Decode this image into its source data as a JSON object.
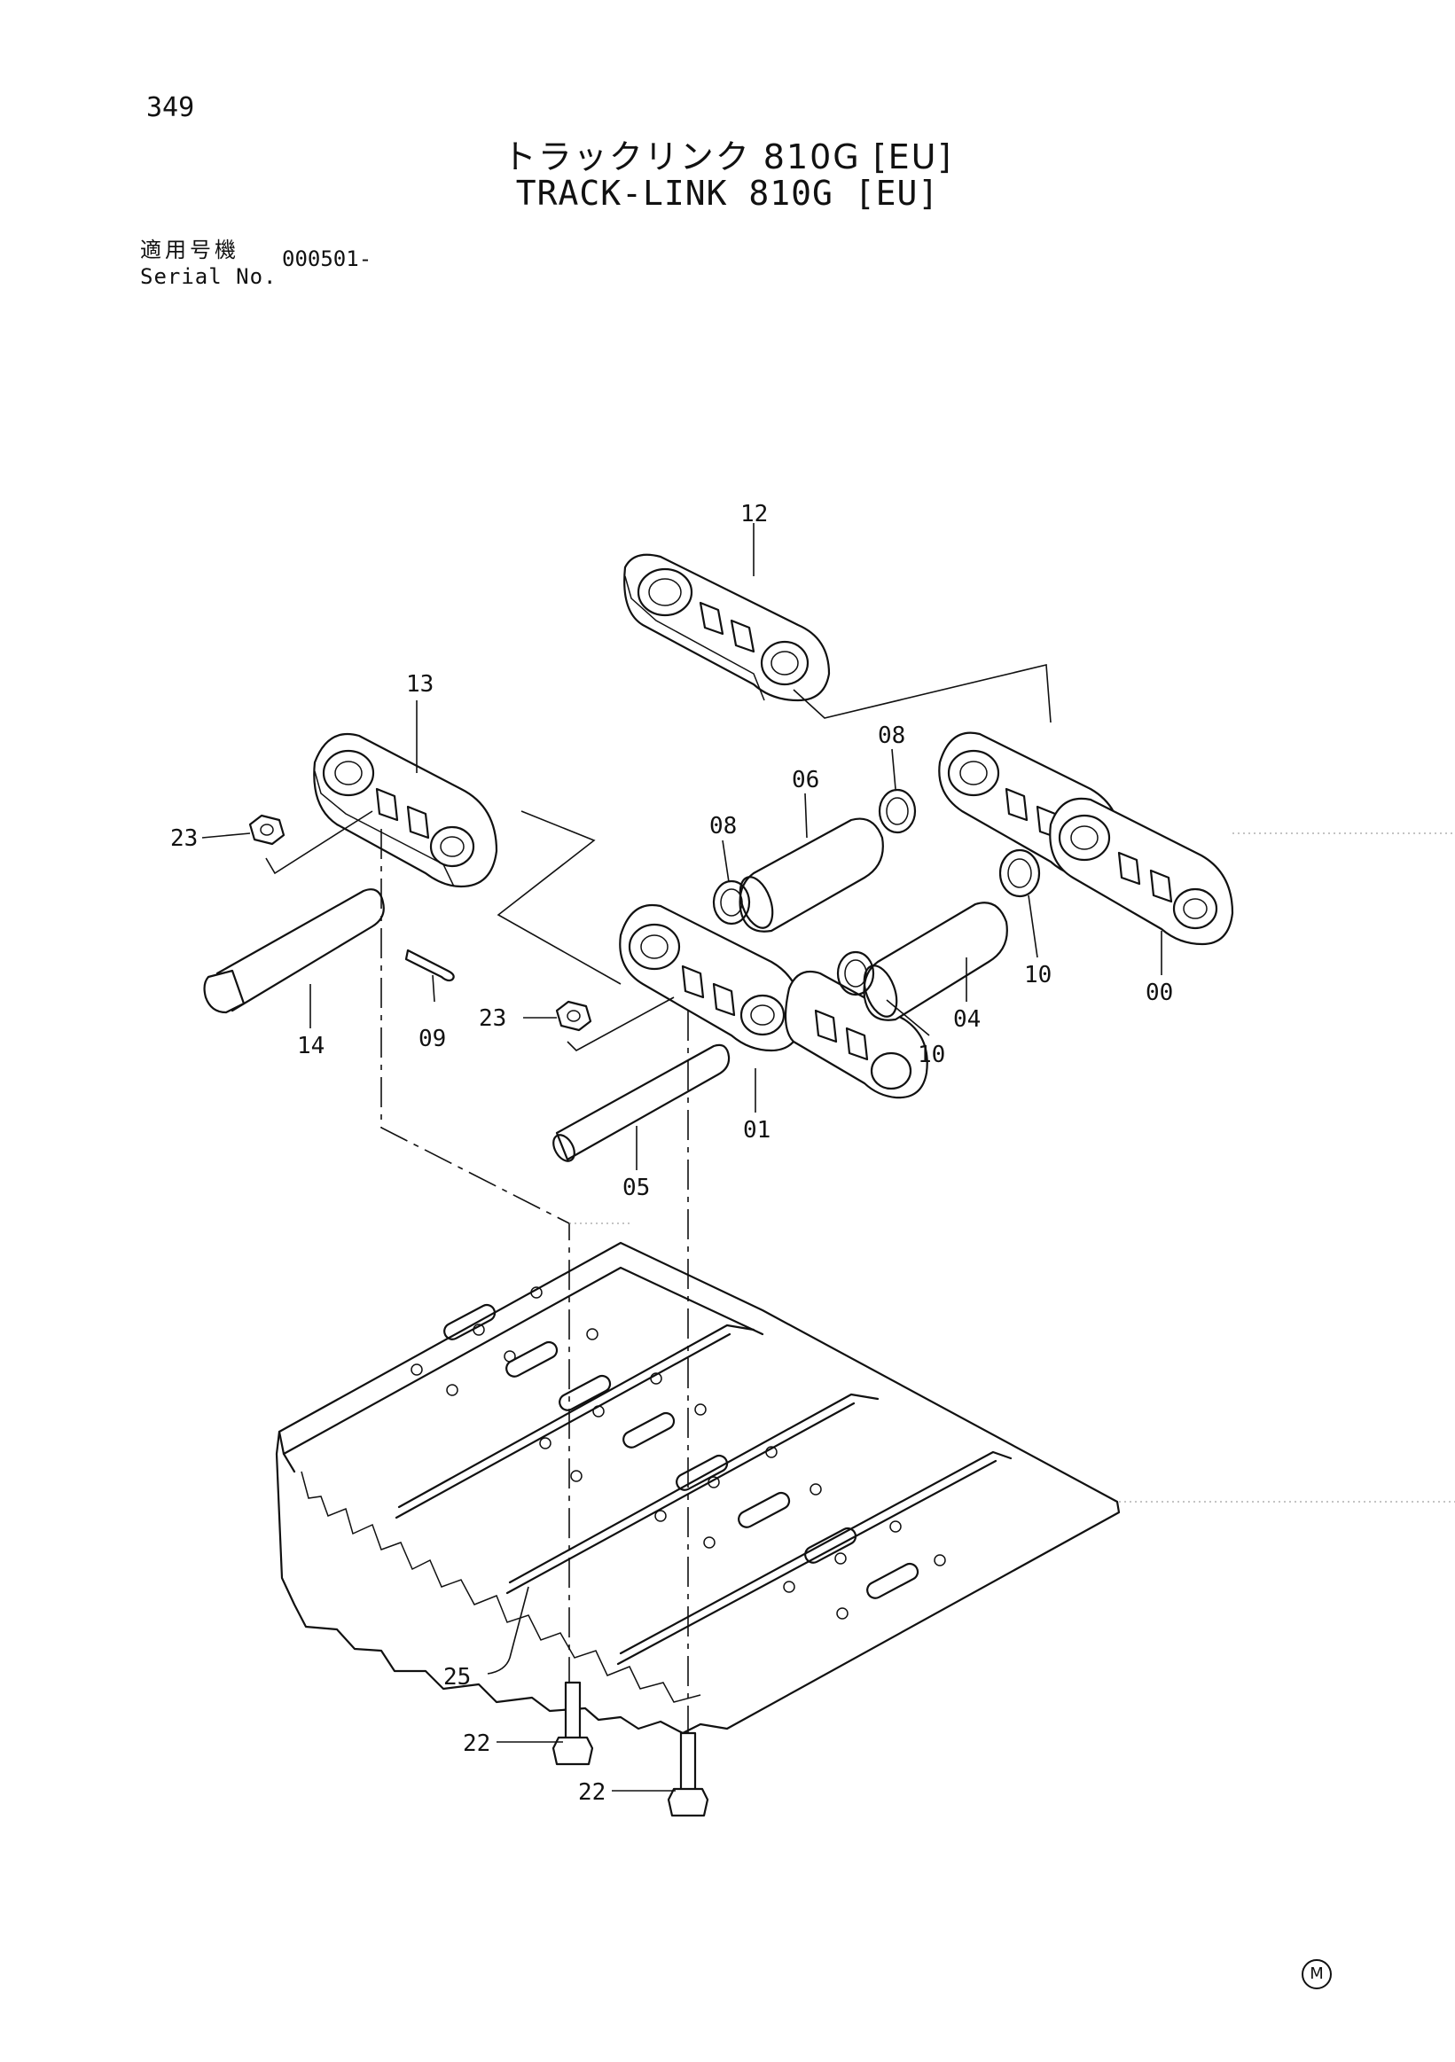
{
  "page_number": "349",
  "title_jp": "トラックリンク 810G [EU]",
  "title_en": "TRACK-LINK 810G [EU]",
  "serial": {
    "label_jp": "適用号機",
    "label_en": "Serial No.",
    "value": "000501-"
  },
  "callouts": [
    {
      "id": "c12",
      "label": "12"
    },
    {
      "id": "c13",
      "label": "13"
    },
    {
      "id": "c08a",
      "label": "08"
    },
    {
      "id": "c06",
      "label": "06"
    },
    {
      "id": "c08b",
      "label": "08"
    },
    {
      "id": "c23a",
      "label": "23"
    },
    {
      "id": "c14",
      "label": "14"
    },
    {
      "id": "c09",
      "label": "09"
    },
    {
      "id": "c23b",
      "label": "23"
    },
    {
      "id": "c10a",
      "label": "10"
    },
    {
      "id": "c00",
      "label": "00"
    },
    {
      "id": "c04",
      "label": "04"
    },
    {
      "id": "c10b",
      "label": "10"
    },
    {
      "id": "c01",
      "label": "01"
    },
    {
      "id": "c05",
      "label": "05"
    },
    {
      "id": "c25",
      "label": "25"
    },
    {
      "id": "c22a",
      "label": "22"
    },
    {
      "id": "c22b",
      "label": "22"
    }
  ],
  "mark": "M"
}
